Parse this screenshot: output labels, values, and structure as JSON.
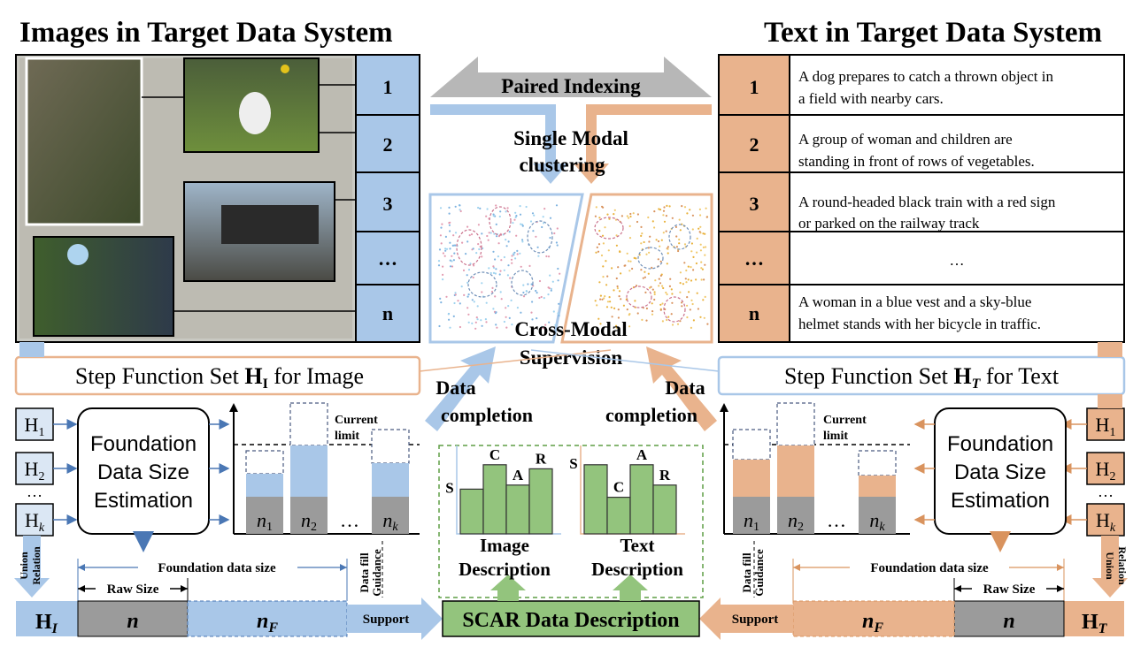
{
  "left_title": "Images in Target Data System",
  "right_title": "Text in Target Data System",
  "image_indices": [
    "1",
    "2",
    "3",
    "…",
    "n"
  ],
  "text_indices": [
    "1",
    "2",
    "3",
    "…",
    "n"
  ],
  "captions": [
    [
      "A dog prepares to catch a thrown object in",
      "a field with nearby cars."
    ],
    [
      "A group of woman and children are",
      "standing in front of rows of vegetables."
    ],
    [
      "A round-headed black train with a red sign",
      "or parked on the railway track"
    ],
    [
      "…"
    ],
    [
      "A woman in a blue vest and a sky-blue",
      "helmet stands with her bicycle in traffic."
    ]
  ],
  "paired_indexing": "Paired Indexing",
  "single_modal": [
    "Single Modal",
    "clustering"
  ],
  "cross_modal": [
    "Cross-Modal",
    "Supervision"
  ],
  "step_image": {
    "pre": "Step Function Set ",
    "H": "H",
    "sub": "I",
    "post": " for Image"
  },
  "step_text": {
    "pre": "Step Function Set ",
    "H": "H",
    "sub": "T",
    "post": " for Text"
  },
  "data_completion": [
    "Data",
    "completion"
  ],
  "h_items_left": [
    {
      "h": "H",
      "s": "1"
    },
    {
      "h": "H",
      "s": "2"
    },
    {
      "h": "…",
      "s": ""
    },
    {
      "h": "H",
      "s": "k"
    }
  ],
  "h_items_right": [
    {
      "h": "H",
      "s": "1"
    },
    {
      "h": "H",
      "s": "2"
    },
    {
      "h": "…",
      "s": ""
    },
    {
      "h": "H",
      "s": "k"
    }
  ],
  "foundation_estimation": [
    "Foundation",
    "Data Size",
    "Estimation"
  ],
  "current_limit": [
    "Current",
    "limit"
  ],
  "bars": [
    {
      "n": "n",
      "s": "1"
    },
    {
      "n": "n",
      "s": "2"
    },
    {
      "n": "…",
      "s": ""
    },
    {
      "n": "n",
      "s": "k"
    }
  ],
  "union_relation": [
    "Union",
    "Relation"
  ],
  "foundation_data_size": "Foundation data size",
  "raw_size": "Raw Size",
  "data_fill_guidance": [
    "Data fill",
    "Guidance"
  ],
  "bottom_n": "n",
  "bottom_nF": {
    "n": "n",
    "s": "F"
  },
  "HI_label": {
    "h": "H",
    "s": "I"
  },
  "HT_label": {
    "h": "H",
    "s": "T"
  },
  "support": "Support",
  "scar": "SCAR Data Description",
  "image_description": [
    "Image",
    "Description"
  ],
  "text_description": [
    "Text",
    "Description"
  ],
  "scar_image_chart": {
    "labels": [
      "S",
      "C",
      "A",
      "R"
    ],
    "values": [
      0.55,
      0.85,
      0.6,
      0.8
    ]
  },
  "scar_text_chart": {
    "labels": [
      "S",
      "C",
      "A",
      "R"
    ],
    "values": [
      0.85,
      0.45,
      0.85,
      0.6
    ]
  },
  "colors": {
    "blue": "#a9c7e8",
    "blue_dark": "#4a77b4",
    "orange": "#e9b38d",
    "orange_dark": "#d9935e",
    "green": "#93c47d",
    "green_dark": "#5e9e45",
    "gray": "#9b9b9b",
    "dark_gray": "#7f7f7f"
  }
}
